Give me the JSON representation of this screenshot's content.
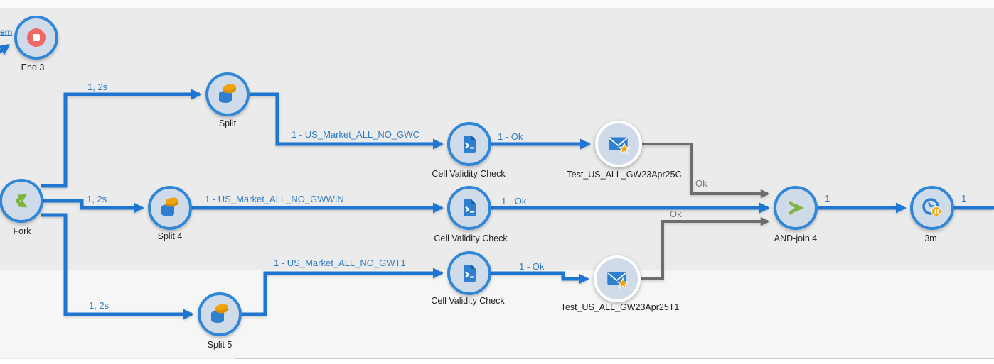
{
  "diagram": {
    "nodes": [
      {
        "id": "end3",
        "label": "End 3",
        "type": "end"
      },
      {
        "id": "fork",
        "label": "Fork",
        "type": "fork"
      },
      {
        "id": "split",
        "label": "Split",
        "type": "split"
      },
      {
        "id": "split4",
        "label": "Split 4",
        "type": "split"
      },
      {
        "id": "split5",
        "label": "Split 5",
        "type": "split"
      },
      {
        "id": "cvc1",
        "label": "Cell Validity Check",
        "type": "job"
      },
      {
        "id": "cvc2",
        "label": "Cell Validity Check",
        "type": "job"
      },
      {
        "id": "cvc3",
        "label": "Cell Validity Check",
        "type": "job"
      },
      {
        "id": "emailC",
        "label": "Test_US_ALL_GW23Apr25C",
        "type": "mail"
      },
      {
        "id": "emailT1",
        "label": "Test_US_ALL_GW23Apr25T1",
        "type": "mail"
      },
      {
        "id": "andjoin4",
        "label": "AND-join 4",
        "type": "join"
      },
      {
        "id": "delay3m",
        "label": "3m",
        "type": "delay"
      }
    ]
  },
  "labels": {
    "incoming_fragment": "em",
    "fork_top": "1, 2s",
    "fork_mid": "1, 2s",
    "fork_bot": "1, 2s",
    "split_gwc": "1 - US_Market_ALL_NO_GWC",
    "split_gwwin": "1 - US_Market_ALL_NO_GWWIN",
    "split_gwt1": "1 - US_Market_ALL_NO_GWT1",
    "cvc1_result": "1 - Ok",
    "cvc2_result": "1 - Ok",
    "cvc3_result": "1 - Ok",
    "mailC_result": "Ok",
    "mailT1_result": "Ok",
    "join_out": "1",
    "delay_out": "1"
  },
  "colors": {
    "edge-blue": "#1e76d2",
    "edge-gray": "#6d6d6d",
    "node-border": "#3087d8",
    "node-fill": "#cfdbe9",
    "label-blue": "#2e7cc3",
    "label-gray": "#7a7a7a",
    "node-label": "#1f1f1f",
    "green": "#80b440",
    "orange": "#f0a30a",
    "red": "#ed6764",
    "icon-blue": "#2f7fd0",
    "bg-main": "#ebebeb",
    "bg-lower": "#f6f6f6"
  }
}
